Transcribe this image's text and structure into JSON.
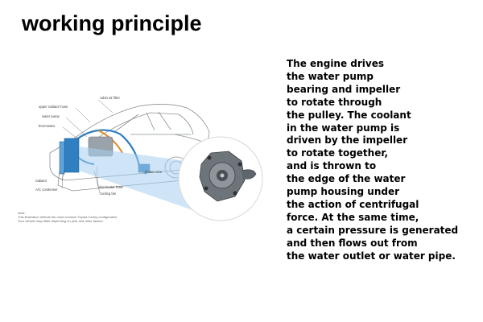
{
  "slide": {
    "title": "working principle",
    "paragraph_lines": [
      "The engine drives",
      "the water pump",
      "bearing and impeller",
      "to rotate through",
      "the pulley. The coolant",
      "in the water pump is",
      "driven by the impeller",
      "to rotate together,",
      "and is thrown to",
      "the edge of the water",
      "pump housing under",
      "the action of centrifugal",
      "force. At the same time,",
      "a certain pressure is generated",
      "and then flows out from",
      "the water outlet or water pipe."
    ]
  },
  "diagram": {
    "labels": {
      "cabin_air_filter": "cabin air filter",
      "upper_radiator_hose": "upper radiator hose",
      "water_pump": "water pump",
      "thermostat": "thermostat",
      "heater_core": "heater core",
      "radiator": "radiator",
      "ac_condenser": "A/C condenser",
      "inlet_heater_hose": "inlet heater hose",
      "cooling_fan": "cooling fan"
    },
    "note_title": "Note:",
    "note_lines": [
      "This illustration reflects the most common Toyota Camry configuration.",
      "Your vehicle may differ depending on year and other factors."
    ],
    "colors": {
      "coolant_blue": "#2f7fc1",
      "hose_orange": "#e08a2a",
      "outline": "#8a9096"
    }
  }
}
